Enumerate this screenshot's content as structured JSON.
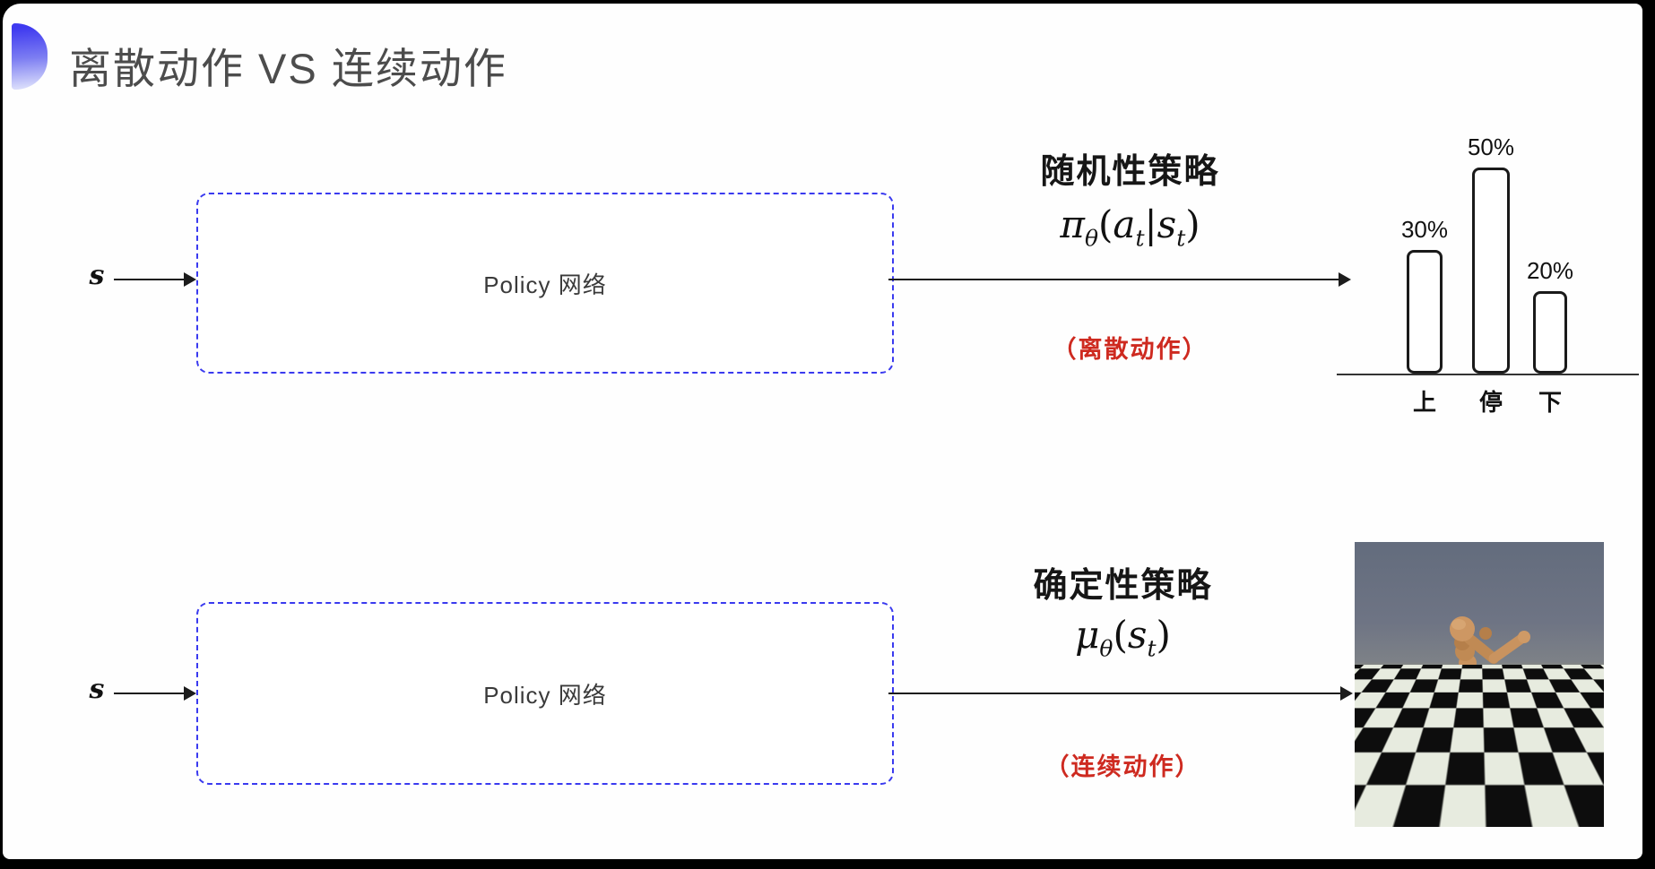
{
  "title": "离散动作 VS 连续动作",
  "flows": {
    "discrete": {
      "input_label": "s",
      "network_label": "Policy 网络",
      "policy_name": "随机性策略",
      "formula": {
        "symbol": "π",
        "symbol_sub": "θ",
        "open": "(",
        "arg1": "a",
        "arg1_sub": "t",
        "pipe": "|",
        "arg2": "s",
        "arg2_sub": "t",
        "close": ")"
      },
      "action_note": "（离散动作）"
    },
    "continuous": {
      "input_label": "s",
      "network_label": "Policy 网络",
      "policy_name": "确定性策略",
      "formula": {
        "symbol": "μ",
        "symbol_sub": "θ",
        "open": "(",
        "arg1": "s",
        "arg1_sub": "t",
        "close": ")"
      },
      "action_note": "（连续动作）",
      "scene_description": "humanoid robot simulation on checkerboard floor"
    }
  },
  "chart_data": {
    "type": "bar",
    "categories": [
      "上",
      "停",
      "下"
    ],
    "values": [
      30,
      50,
      20
    ],
    "value_labels": [
      "30%",
      "50%",
      "20%"
    ],
    "title": "",
    "xlabel": "",
    "ylabel": "",
    "ylim": [
      0,
      55
    ],
    "grid": false,
    "legend": false,
    "bar_style": "white fill, black outline, rounded"
  },
  "colors": {
    "slide_background": "#fefefe",
    "frame": "#000000",
    "title_text": "#4c4c4c",
    "bullet_gradient_top": "#3f3af0",
    "bullet_gradient_bottom": "#d8dbfb",
    "network_box_border": "#3a3aef",
    "arrow": "#1c1c1c",
    "action_note_red": "#ce2a20",
    "scene_sky": "#6e7484",
    "scene_floor_light": "#e7ebdf",
    "scene_floor_dark": "#0d0d0d",
    "humanoid_body": "#c9935f"
  }
}
